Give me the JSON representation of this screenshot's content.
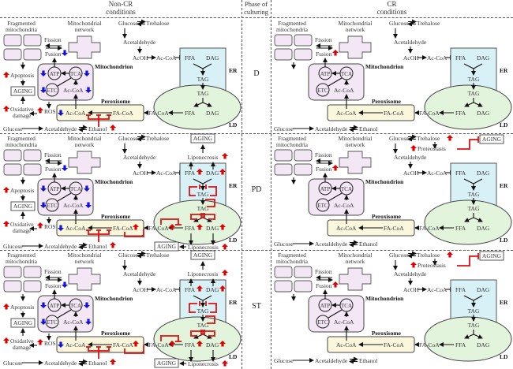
{
  "header": {
    "left_title": [
      "Non-CR",
      "conditions"
    ],
    "phase_title": [
      "Phase of",
      "culturing"
    ],
    "right_title": [
      "CR",
      "conditions"
    ]
  },
  "phases": [
    "D",
    "PD",
    "ST"
  ],
  "labels": {
    "fragmented": [
      "Fragmented",
      "mitochondria"
    ],
    "network": [
      "Mitochondrial",
      "network"
    ],
    "fission": "Fission",
    "fusion": "Fusion",
    "apoptosis": "Apoptosis",
    "aging": "AGING",
    "oxidative": [
      "Oxidative",
      "damage"
    ],
    "ros": "ROS",
    "atp": "ATP",
    "tca": "TCA",
    "etc": "ETC",
    "accoa": "Ac-CoA",
    "mitochondrion": "Mitochondrion",
    "peroxisome": "Peroxisome",
    "facoa": "FA-CoA",
    "glucose": "Glucose",
    "trehalose": "Trehalose",
    "acetaldehyde": "Acetaldehyde",
    "acoh": "AcOH",
    "ffa": "FFA",
    "dag": "DAG",
    "tag": "TAG",
    "er": "ER",
    "ld": "LD",
    "ethanol": "Ethanol",
    "liponecrosis": "Liponecrosis",
    "proteostasis": "Proteostasis"
  },
  "colors": {
    "up_arrow": "#e00000",
    "down_arrow": "#1010e0",
    "inhibition": "#e01010",
    "mito_fill": "#f3e6f5",
    "perox_fill": "#fbf7dc",
    "er_fill": "#d8f1f7",
    "ld_fill": "#e3f4dc"
  },
  "panels": [
    {
      "id": "noncr-d",
      "side": "left",
      "row": 0,
      "cr": false,
      "lipo": false
    },
    {
      "id": "cr-d",
      "side": "right",
      "row": 0,
      "cr": true,
      "lipo": false,
      "proteo": false
    },
    {
      "id": "noncr-pd",
      "side": "left",
      "row": 1,
      "cr": false,
      "lipo": true
    },
    {
      "id": "cr-pd",
      "side": "right",
      "row": 1,
      "cr": true,
      "lipo": false,
      "proteo": true
    },
    {
      "id": "noncr-st",
      "side": "left",
      "row": 2,
      "cr": false,
      "lipo": true
    },
    {
      "id": "cr-st",
      "side": "right",
      "row": 2,
      "cr": true,
      "lipo": false,
      "proteo": true
    }
  ]
}
